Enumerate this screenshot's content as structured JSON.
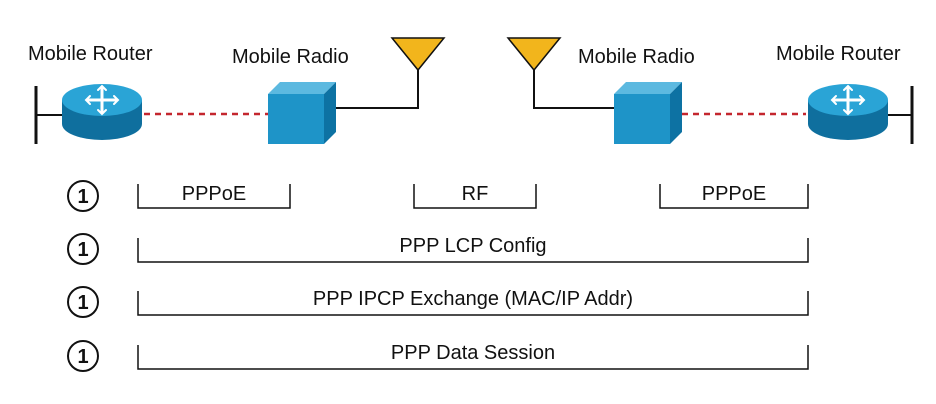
{
  "devices": {
    "left_router": "Mobile Router",
    "left_radio": "Mobile Radio",
    "right_radio": "Mobile Radio",
    "right_router": "Mobile Router"
  },
  "rows": [
    {
      "step": "1",
      "segments": [
        {
          "label": "PPPoE"
        },
        {
          "label": "RF"
        },
        {
          "label": "PPPoE"
        }
      ]
    },
    {
      "step": "1",
      "segments": [
        {
          "label": "PPP LCP Config"
        }
      ]
    },
    {
      "step": "1",
      "segments": [
        {
          "label": "PPP IPCP Exchange (MAC/IP Addr)"
        }
      ]
    },
    {
      "step": "1",
      "segments": [
        {
          "label": "PPP Data Session"
        }
      ]
    }
  ],
  "colors": {
    "router_blue": "#1a8fc4",
    "router_dark": "#0f6f9e",
    "radio_blue": "#1e94c8",
    "radio_top": "#5cb9e0",
    "radio_side": "#0d72a3",
    "antenna_fill": "#f2b51c",
    "link_red": "#c4262e",
    "line": "#111111"
  },
  "icons": {
    "router": "router-icon",
    "radio": "radio-cube-icon",
    "antenna": "antenna-icon",
    "step": "step-number-circle"
  }
}
